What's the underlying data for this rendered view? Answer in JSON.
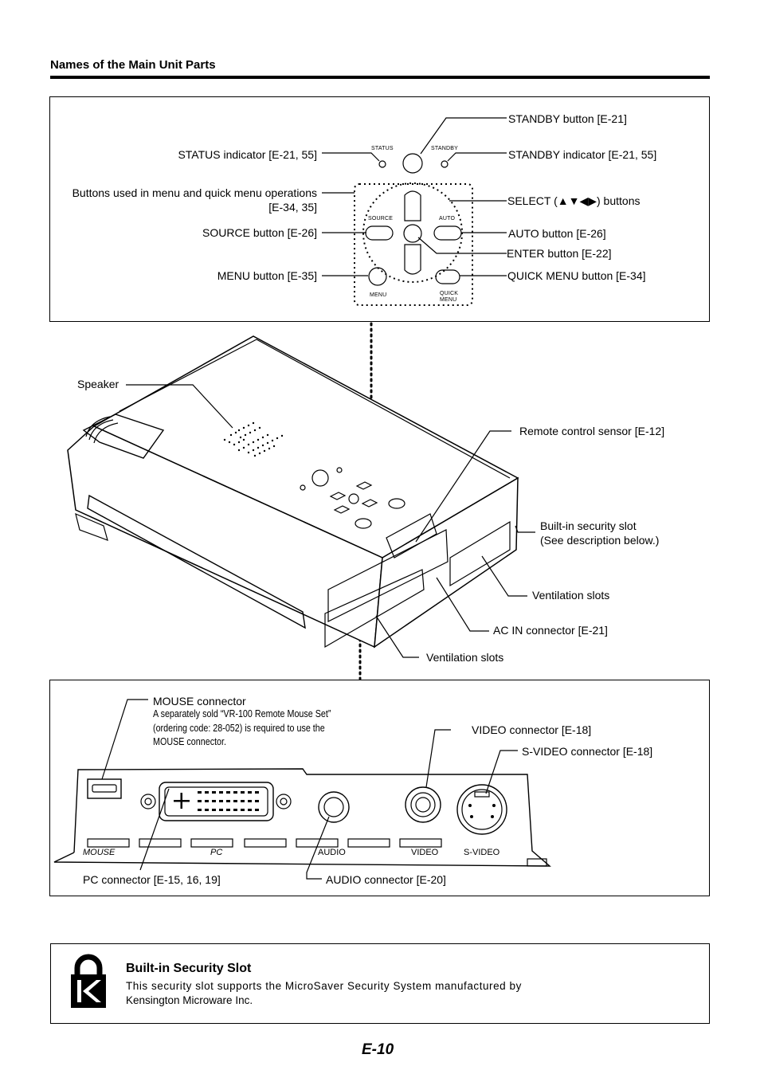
{
  "header": {
    "title": "Names of the Main Unit Parts"
  },
  "control_panel": {
    "panel_labels": {
      "status": "STATUS",
      "standby": "STANDBY",
      "source": "SOURCE",
      "auto": "AUTO",
      "menu": "MENU",
      "quick_menu_1": "QUICK",
      "quick_menu_2": "MENU"
    },
    "callouts": {
      "standby_button": "STANDBY button [E-21]",
      "status_indicator": "STATUS indicator [E-21, 55]",
      "standby_indicator": "STANDBY indicator [E-21, 55]",
      "menu_ops_1": "Buttons used in menu and quick menu operations",
      "menu_ops_2": "[E-34, 35]",
      "select_buttons": "SELECT (▲▼◀▶) buttons",
      "source_button": "SOURCE button [E-26]",
      "auto_button": "AUTO button [E-26]",
      "enter_button": "ENTER button [E-22]",
      "menu_button": "MENU button [E-35]",
      "quick_menu_button": "QUICK MENU button [E-34]"
    }
  },
  "unit": {
    "callouts": {
      "speaker": "Speaker",
      "remote_sensor": "Remote control sensor [E-12]",
      "security_slot_1": "Built-in security slot",
      "security_slot_2": "(See description below.)",
      "ventilation_right": "Ventilation slots",
      "ac_in": "AC IN connector [E-21]",
      "ventilation_bottom": "Ventilation slots"
    }
  },
  "connectors": {
    "callouts": {
      "mouse_title": "MOUSE connector",
      "mouse_note_1": "A separately sold “VR-100 Remote Mouse Set”",
      "mouse_note_2": "(ordering code: 28-052) is required to use the",
      "mouse_note_3": "MOUSE connector.",
      "video": "VIDEO connector [E-18]",
      "s_video": "S-VIDEO connector [E-18]",
      "pc": "PC connector [E-15, 16, 19]",
      "audio": "AUDIO connector [E-20]"
    },
    "panel_labels": {
      "mouse": "MOUSE",
      "pc": "PC",
      "audio": "AUDIO",
      "video": "VIDEO",
      "s_video": "S-VIDEO"
    }
  },
  "security": {
    "title": "Built-in Security Slot",
    "text_1": "This security slot supports the MicroSaver Security System manufactured by",
    "text_2": "Kensington Microware Inc.",
    "icon": "kensington-lock-icon"
  },
  "footer": {
    "page_number": "E-10"
  }
}
